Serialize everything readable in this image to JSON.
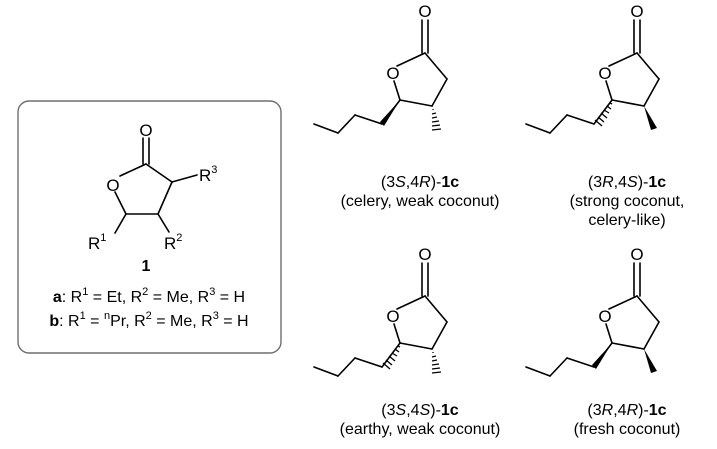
{
  "general": {
    "carbonyl_o": "O",
    "ring_o": "O",
    "r_symbol": "R",
    "r1_num": "1",
    "r2_num": "2",
    "r3_num": "3",
    "compound_number": "1",
    "line_a": {
      "tag": "a",
      "t1": ": R",
      "s1": "1",
      "t2": " = Et, R",
      "s2": "2",
      "t3": " = Me, R",
      "s3": "3",
      "t4": " = H"
    },
    "line_b": {
      "tag": "b",
      "t1": ": R",
      "s1": "1",
      "t2": " = ",
      "pre": "n",
      "t3": "Pr, R",
      "s2": "2",
      "t4": " = Me, R",
      "s3": "3",
      "t5": " = H"
    }
  },
  "isomers": [
    {
      "loc_a": "3",
      "cfg_a": "S",
      "comma": ",",
      "loc_b": "4",
      "cfg_b": "R",
      "close": ")-",
      "code": "1c",
      "odor": "(celery, weak coconut)"
    },
    {
      "loc_a": "3",
      "cfg_a": "R",
      "comma": ",",
      "loc_b": "4",
      "cfg_b": "S",
      "close": ")-",
      "code": "1c",
      "odor_1": "(strong coconut,",
      "odor_2": "celery-like)"
    },
    {
      "loc_a": "3",
      "cfg_a": "S",
      "comma": ",",
      "loc_b": "4",
      "cfg_b": "S",
      "close": ")-",
      "code": "1c",
      "odor": "(earthy, weak coconut)"
    },
    {
      "loc_a": "3",
      "cfg_a": "R",
      "comma": ",",
      "loc_b": "4",
      "cfg_b": "R",
      "close": ")-",
      "code": "1c",
      "odor": "(fresh coconut)"
    }
  ],
  "ring_oxygen": "O",
  "carbonyl_oxygen": "O",
  "open_paren": "("
}
